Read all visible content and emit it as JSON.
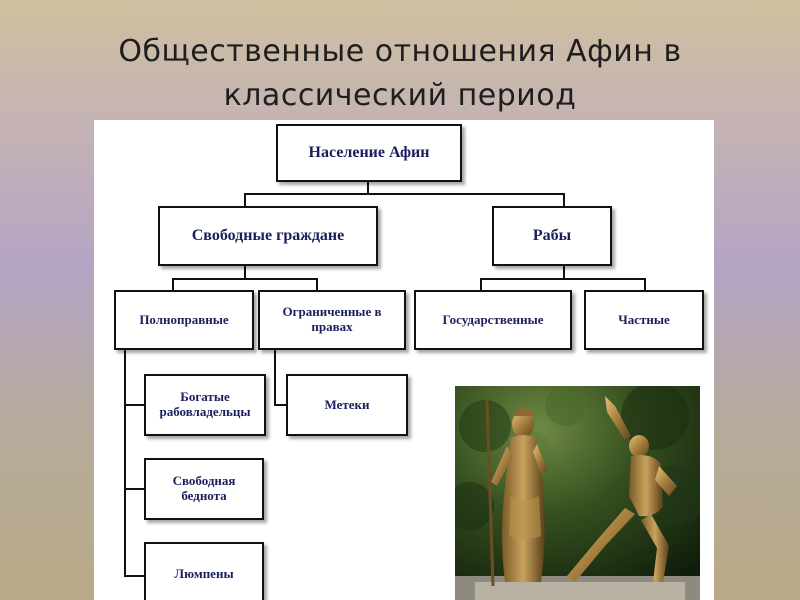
{
  "title": {
    "line1": "Общественные отношения Афин в",
    "line2": "классический период"
  },
  "diagram": {
    "root": "Население Афин",
    "free_citizens": "Свободные граждане",
    "slaves": "Рабы",
    "full_rights": "Полноправные",
    "limited_rights": "Ограниченные в правах",
    "state_slaves": "Государственные",
    "private_slaves": "Частные",
    "rich_slaveowners": "Богатые рабовладельцы",
    "metics": "Метеки",
    "free_poor": "Свободная беднота",
    "lumpen": "Люмпены"
  },
  "photo": {
    "subject": "statue-group-athena-and-marsyas"
  },
  "colors": {
    "box_text": "#1a1f5c",
    "box_border": "#111111"
  }
}
